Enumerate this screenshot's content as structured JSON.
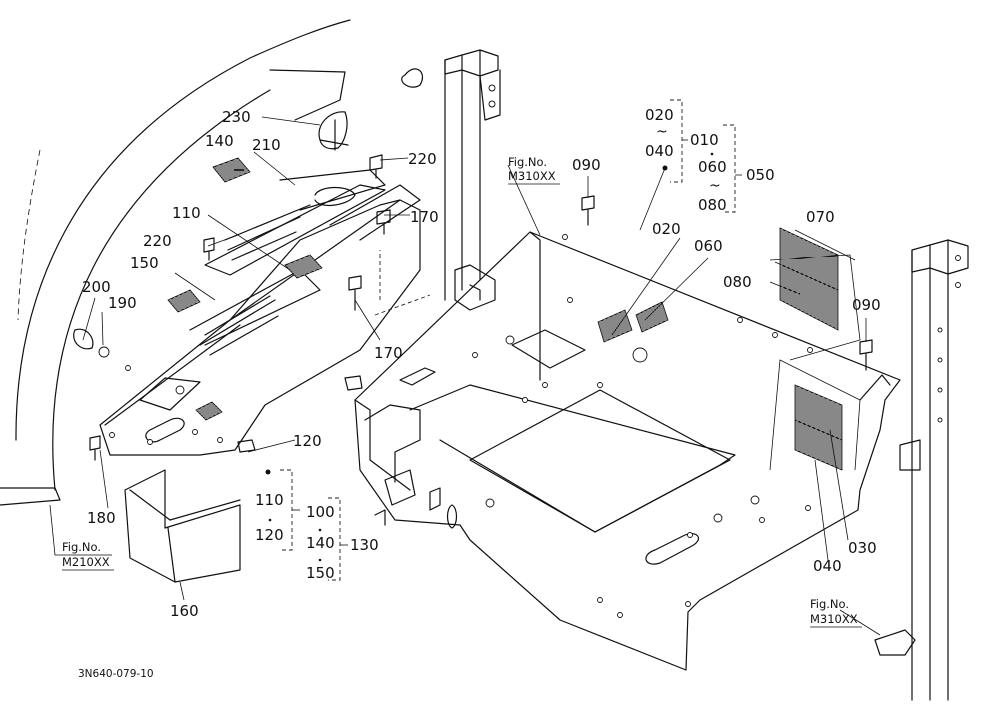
{
  "diagram_code": "3N640-079-10",
  "fig_refs": [
    {
      "title": "Fig.No.",
      "code": "M310XX"
    },
    {
      "title": "Fig.No.",
      "code": "M210XX"
    },
    {
      "title": "Fig.No.",
      "code": "M310XX"
    }
  ],
  "part_numbers": {
    "p230": "230",
    "p140": "140",
    "p210": "210",
    "p220a": "220",
    "p110": "110",
    "p220b": "220",
    "p150": "150",
    "p200": "200",
    "p190": "190",
    "p170a": "170",
    "p170b": "170",
    "p120": "120",
    "p180": "180",
    "p160": "160",
    "p090a": "090",
    "p090b": "090",
    "p020": "020",
    "p060": "060",
    "p070": "070",
    "p080": "080",
    "p030": "030",
    "p040": "040"
  },
  "groups": {
    "g1": {
      "top": "020",
      "sep": "~",
      "bottom": "040",
      "parent": "010"
    },
    "g2": {
      "top": "060",
      "sep": "~",
      "bottom": "080",
      "parent": "050"
    },
    "g3": {
      "a": "110",
      "b": "120"
    },
    "g4": {
      "a": "100",
      "b": "140",
      "c": "150",
      "parent": "130"
    }
  }
}
